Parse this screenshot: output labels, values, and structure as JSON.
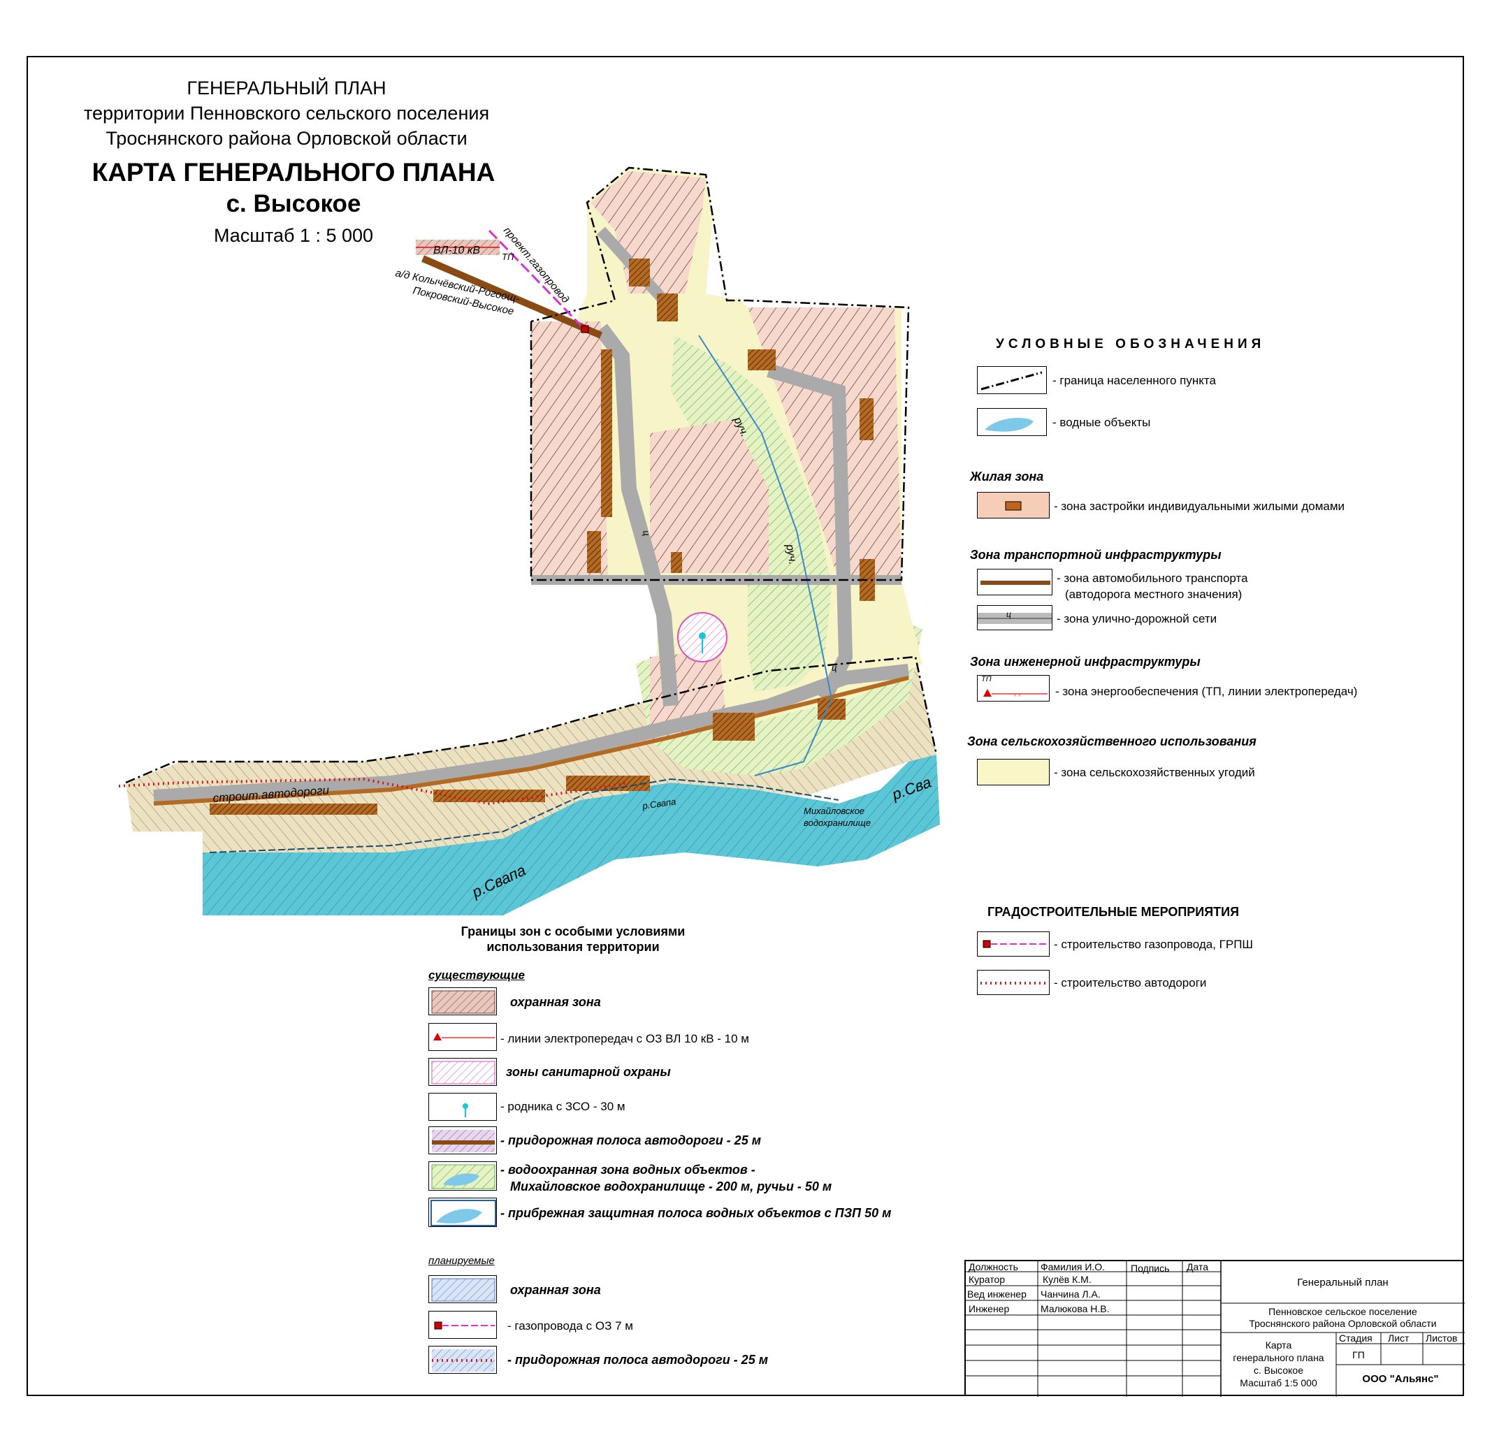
{
  "header": {
    "line1": "ГЕНЕРАЛЬНЫЙ  ПЛАН",
    "line2": "территории Пенновского сельского поселения",
    "line3": "Троснянского  района Орловской области",
    "map_title": "КАРТА ГЕНЕРАЛЬНОГО ПЛАНА",
    "village": "с. Высокое",
    "scale": "Масштаб 1 : 5 000"
  },
  "map_labels": {
    "vl": "ВЛ-10 кВ",
    "tp": "ТП",
    "road_a": "а/д Колычёвский-Рогоощ-",
    "road_b": "Покровский-Высокое",
    "gas": "проект.газопровод",
    "road_build": "строит.автодороги",
    "river1": "р.Свапа",
    "river2": "р.Свапа",
    "river3": "р.Сва",
    "reservoir1": "Михайловское",
    "reservoir2": "водохранилище",
    "stream1": "руч.",
    "stream2": "руч.",
    "street1": "ц",
    "street2": "ц"
  },
  "legend": {
    "heading": "УСЛОВНЫЕ  ОБОЗНАЧЕНИЯ",
    "border": "- граница населенного пункта",
    "water": "- водные объекты",
    "sec_residential": "Жилая зона",
    "residential": "- зона застройки индивидуальными жилыми домами",
    "sec_transport": "Зона транспортной инфраструктуры",
    "auto1": "- зона автомобильного транспорта",
    "auto2": "(автодорога местного значения)",
    "street": "- зона улично-дорожной сети",
    "street_tag": "ц",
    "sec_engineering": "Зона инженерной инфраструктуры",
    "energy": "- зона энергообеспечения (ТП, линии электропередач)",
    "energy_tag": "ТП",
    "sec_agri": "Зона сельскохозяйственного использования",
    "agri": "- зона сельскохозяйственных угодий"
  },
  "measures": {
    "heading": "ГРАДОСТРОИТЕЛЬНЫЕ МЕРОПРИЯТИЯ",
    "gas": "- строительство газопровода, ГРПШ",
    "road": "- строительство автодороги"
  },
  "zones": {
    "heading1": "Границы зон с особыми условиями",
    "heading2": "использования территории",
    "existing": "существующие",
    "protect": "охранная зона",
    "power": "- линии электропередач с ОЗ  ВЛ 10 кВ - 10 м",
    "sanitary": "зоны санитарной охраны",
    "spring": "- родника с ЗСО - 30 м",
    "roadside": "- придорожная полоса автодороги  - 25 м",
    "waterprot1": "- водоохранная зона водных объектов -",
    "waterprot2": "Михайловское водохранилище - 200 м, ручьи - 50 м",
    "coastal": "- прибрежная защитная полоса водных объектов с ПЗП 50 м",
    "planned": "планируемые",
    "p_protect": "охранная зона",
    "p_gas": "- газопровода с ОЗ  7 м",
    "p_roadside": "- придорожная полоса автодороги  - 25 м"
  },
  "stamp": {
    "h_position": "Должность",
    "h_name": "Фамилия И.О.",
    "h_sign": "Подпись",
    "h_date": "Дата",
    "r1_pos": "Куратор",
    "r1_name": "Кулёв К.М.",
    "r2_pos": "Вед инженер",
    "r2_name": "Чанчина Л.А.",
    "r3_pos": "Инженер",
    "r3_name": "Малюкова Н.В.",
    "doc": "Генеральный план",
    "place1": "Пенновское сельское поселение",
    "place2": "Троснянского района  Орловской области",
    "sheet1": "Карта",
    "sheet2": "генерального плана",
    "sheet3": "с. Высокое",
    "sheet4": "Масштаб 1:5 000",
    "h_stage": "Стадия",
    "h_list": "Лист",
    "h_lists": "Листов",
    "stage": "ГП",
    "company": "ООО \"Альянс\""
  }
}
